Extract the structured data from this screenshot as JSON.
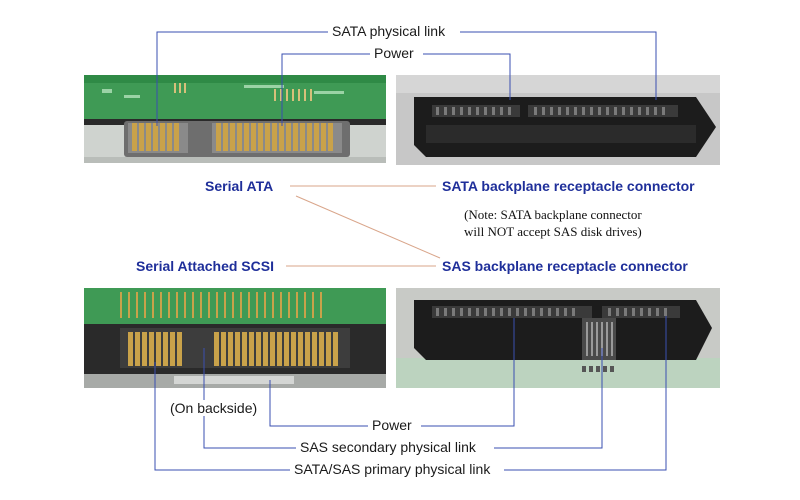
{
  "labels": {
    "sata_physical_link": "SATA physical link",
    "power_top": "Power",
    "serial_ata": "Serial ATA",
    "sata_backplane": "SATA backplane receptacle connector",
    "note_line1": "(Note: SATA backplane connector",
    "note_line2": "will NOT accept SAS disk drives)",
    "serial_attached_scsi": "Serial Attached SCSI",
    "sas_backplane": "SAS backplane receptacle connector",
    "on_backside": "(On backside)",
    "power_bottom": "Power",
    "sas_secondary_link": "SAS secondary physical link",
    "primary_link": "SATA/SAS primary physical link"
  },
  "colors": {
    "heading_blue": "#1f2f9a",
    "pcb_green": "#3f9a55",
    "gold_pin": "#c9a24a",
    "connector_black": "#1c1c1c",
    "leader_line_blue": "#3a4fb0",
    "connecting_line_tan": "#d9a58a"
  }
}
